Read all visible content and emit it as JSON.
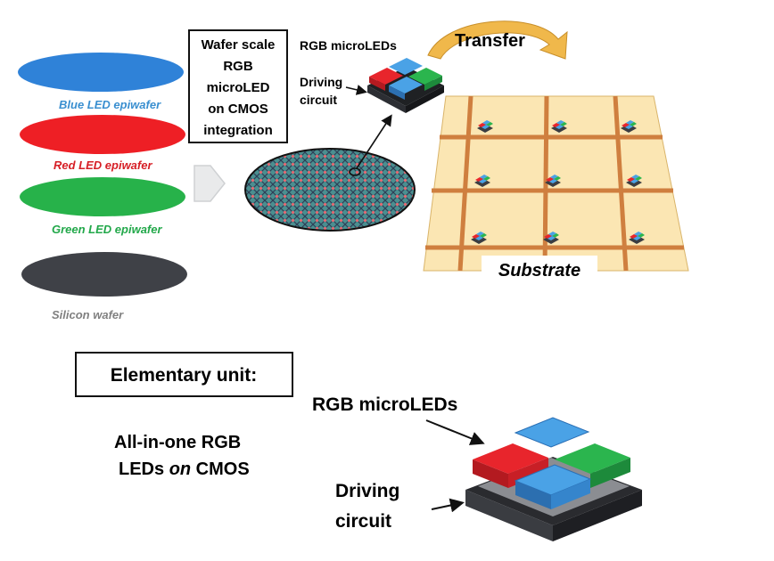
{
  "colors": {
    "blue_wafer": "#2f82d8",
    "red_wafer": "#ee1f25",
    "green_wafer": "#27b24a",
    "silicon_wafer": "#3f4147",
    "blue_label": "#3a8fd0",
    "red_label": "#d61f26",
    "green_label": "#22a84a",
    "silicon_label": "#808080",
    "substrate_fill": "#fbe6b3",
    "substrate_line": "#cf7f3f",
    "transfer_arrow": "#f0b84b",
    "chip_blue": "#4aa2e6",
    "chip_red": "#e8252c",
    "chip_green": "#2bb54e",
    "chip_base": "#3b3d42"
  },
  "wafers": {
    "blue": "Blue LED epiwafer",
    "red": "Red LED epiwafer",
    "green": "Green LED epiwafer",
    "silicon": "Silicon wafer"
  },
  "process_box": {
    "lines": [
      "Wafer scale",
      "RGB",
      "microLED",
      "on CMOS",
      "integration"
    ]
  },
  "top_chip": {
    "rgb_label": "RGB microLEDs",
    "driving_line1": "Driving",
    "driving_line2": "circuit"
  },
  "transfer_label": "Transfer",
  "substrate_label": "Substrate",
  "elementary": {
    "box_label": "Elementary unit:",
    "desc_line1": "All-in-one RGB",
    "desc_line2_prefix": "LEDs ",
    "desc_line2_italic": "on",
    "desc_line2_suffix": " CMOS",
    "rgb_label": "RGB microLEDs",
    "driving_line1": "Driving",
    "driving_line2": "circuit"
  }
}
